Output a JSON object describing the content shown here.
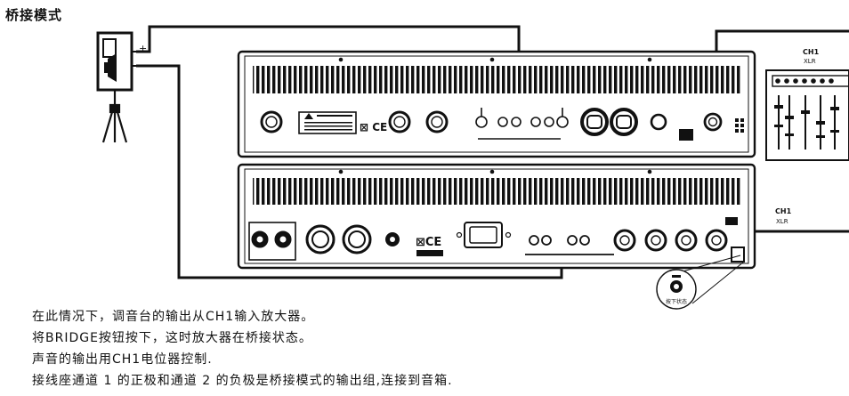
{
  "title": "桥接模式",
  "speaker": {
    "plus": "+",
    "minus": "−"
  },
  "mixer": {
    "channel_label": "CH1",
    "connector_label": "XLR"
  },
  "amp_input": {
    "channel_label": "CH1",
    "connector_label": "XLR"
  },
  "bridge_button": {
    "label": "按下状态"
  },
  "notes": [
    "在此情况下，调音台的输出从CH1输入放大器。",
    "将BRIDGE按钮按下，这时放大器在桥接状态。",
    "声音的输出用CH1电位器控制.",
    "接线座通道 1 的正极和通道 2 的负极是桥接模式的输出组,连接到音箱."
  ]
}
